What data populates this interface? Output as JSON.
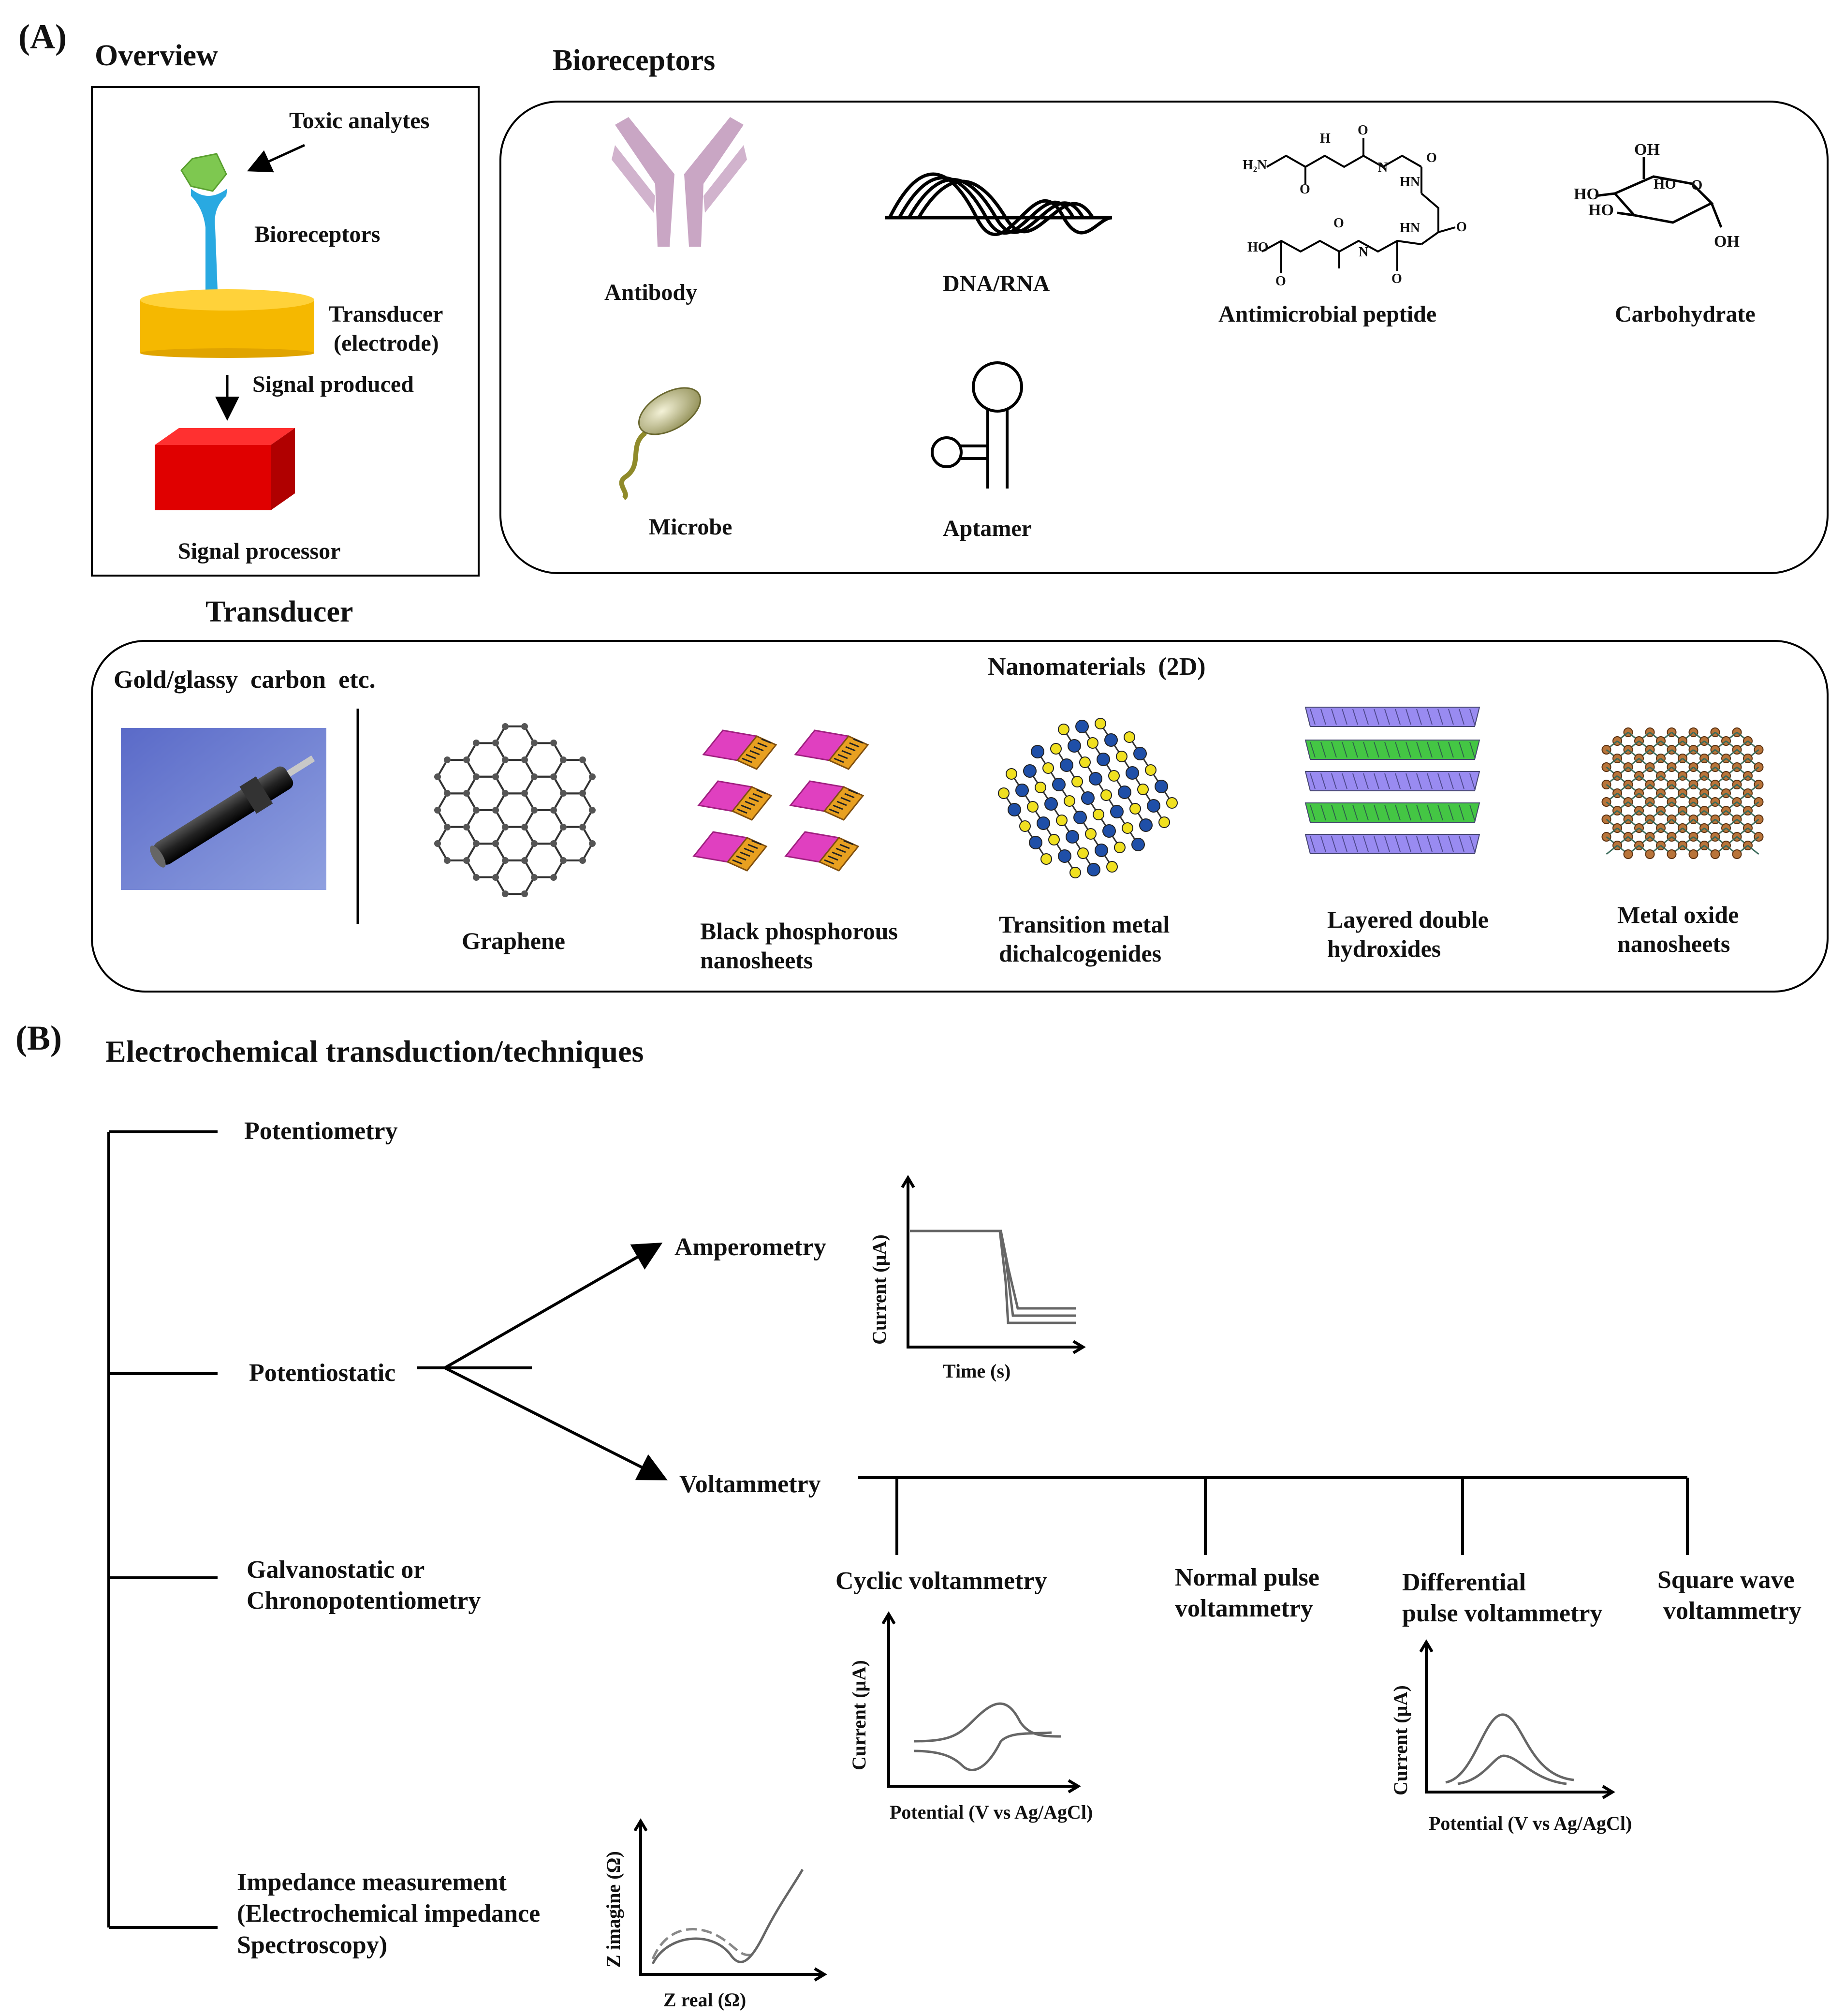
{
  "panelA": {
    "tag": "(A)",
    "overview": {
      "title": "Overview",
      "toxic": "Toxic analytes",
      "bioreceptors": "Bioreceptors",
      "transducer1": "Transducer",
      "transducer2": "(electrode)",
      "signal_produced": "Signal produced",
      "signal_processor": "Signal processor"
    },
    "bioreceptors": {
      "title": "Bioreceptors",
      "antibody": "Antibody",
      "dna": "DNA/RNA",
      "amp": "Antimicrobial peptide",
      "carb": "Carbohydrate",
      "microbe": "Microbe",
      "aptamer": "Aptamer"
    },
    "transducer": {
      "title": "Transducer",
      "gold": "Gold/glassy  carbon  etc.",
      "nano": "Nanomaterials  (2D)",
      "graphene": "Graphene",
      "bp1": "Black phosphorous",
      "bp2": "nanosheets",
      "tmd1": "Transition metal",
      "tmd2": "dichalcogenides",
      "ldh1": "Layered double",
      "ldh2": "hydroxides",
      "mo1": "Metal oxide",
      "mo2": "nanosheets"
    },
    "peptide_labels": {
      "h2n": "H₂N",
      "ho": "HO",
      "hn": "HN",
      "nh": "N",
      "h": "H",
      "o": "O",
      "oh": "OH"
    }
  },
  "panelB": {
    "tag": "(B)",
    "title": "Electrochemical transduction/techniques",
    "potentiometry": "Potentiometry",
    "potentiostatic": "Potentiostatic",
    "galv1": "Galvanostatic or",
    "galv2": "Chronopotentiometry",
    "imp1": "Impedance measurement",
    "imp2": "(Electrochemical impedance",
    "imp3": "Spectroscopy)",
    "amperometry": "Amperometry",
    "voltammetry": "Voltammetry",
    "cv": "Cyclic voltammetry",
    "npv1": "Normal pulse",
    "npv2": "voltammetry",
    "dpv1": "Differential",
    "dpv2": "pulse voltammetry",
    "swv1": "Square wave",
    "swv2": "voltammetry",
    "amp_y": "Current (µA)",
    "amp_x": "Time (s)",
    "cv_y": "Current (µA)",
    "cv_x": "Potential (V vs Ag/AgCl)",
    "dpv_y": "Current (µA)",
    "dpv_x": "Potential (V vs Ag/AgCl)",
    "eis_y": "Z imagine (Ω)",
    "eis_x": "Z real (Ω)"
  },
  "colors": {
    "antibody": "#c9a6c4",
    "analyte": "#7ec850",
    "receptor": "#29a9e1",
    "electrode": "#f5b800",
    "processor": "#e00000",
    "microbe": "#b9b78a",
    "tail": "#8f8a2a",
    "pink": "#e040c0",
    "orange": "#e8a020",
    "blue_atom": "#1f4fa8",
    "yellow_atom": "#f0e020",
    "purple_sheet": "#8f7ff0",
    "green_sheet": "#30c030",
    "brown_atom": "#b8743a"
  }
}
